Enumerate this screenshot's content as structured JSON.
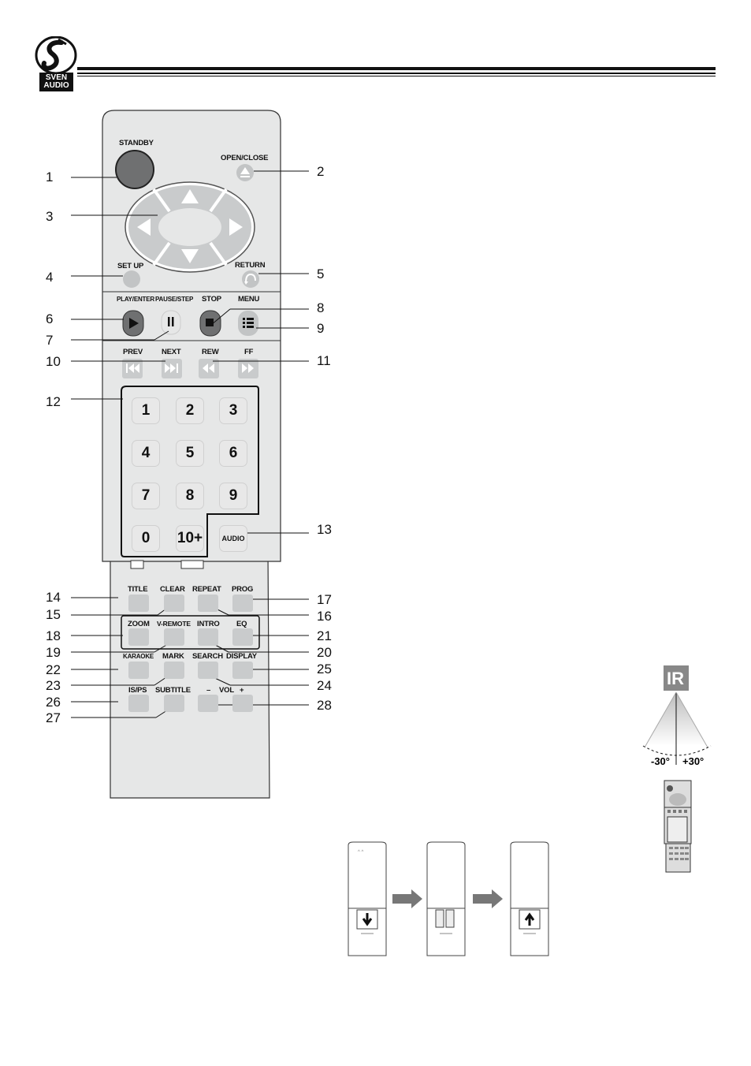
{
  "header": {
    "logo_text_1": "SVEN",
    "logo_text_2": "AUDIO"
  },
  "remote": {
    "labels": {
      "standby": "STANDBY",
      "open_close": "OPEN/CLOSE",
      "setup": "SET UP",
      "return": "RETURN",
      "play_enter": "PLAY/ENTER",
      "pause_step": "PAUSE/STEP",
      "stop": "STOP",
      "menu": "MENU",
      "prev": "PREV",
      "next": "NEXT",
      "rew": "REW",
      "ff": "FF",
      "audio": "AUDIO",
      "title": "TITLE",
      "clear": "CLEAR",
      "repeat": "REPEAT",
      "prog": "PROG",
      "zoom": "ZOOM",
      "v_remote": "V-REMOTE",
      "intro": "INTRO",
      "eq": "EQ",
      "karaoke": "KARAOKE",
      "mark": "MARK",
      "search": "SEARCH",
      "display": "DISPLAY",
      "is_ps": "IS/PS",
      "subtitle": "SUBTITLE",
      "vol_minus": "–",
      "vol": "VOL",
      "vol_plus": "+"
    },
    "numkeys": [
      "1",
      "2",
      "3",
      "4",
      "5",
      "6",
      "7",
      "8",
      "9",
      "0",
      "10+"
    ]
  },
  "callouts": [
    "1",
    "2",
    "3",
    "4",
    "5",
    "6",
    "7",
    "8",
    "9",
    "10",
    "11",
    "12",
    "13",
    "14",
    "15",
    "16",
    "17",
    "18",
    "19",
    "20",
    "21",
    "22",
    "23",
    "24",
    "25",
    "26",
    "27",
    "28"
  ],
  "ir_diagram": {
    "ir_text": "IR",
    "angle_left": "-30°",
    "angle_right": "+30°"
  }
}
